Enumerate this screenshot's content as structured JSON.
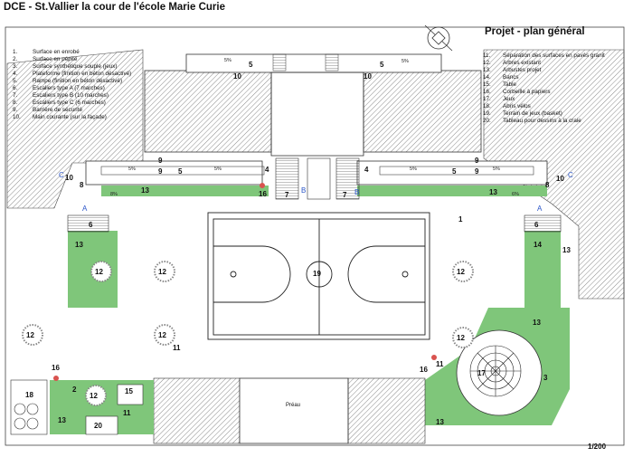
{
  "header": {
    "title_left": "DCE - St.Vallier la cour de l'école Marie Curie",
    "title_right": "Projet - plan général"
  },
  "legend_left": [
    {
      "n": "1.",
      "text": "Surface en enrobé"
    },
    {
      "n": "2.",
      "text": "Surface en pépite"
    },
    {
      "n": "3.",
      "text": "Surface synthétique souple (jeux)"
    },
    {
      "n": "4.",
      "text": "Plateforme (finition en béton désactivé)"
    },
    {
      "n": "5.",
      "text": "Rampe (finition en béton désactivé)"
    },
    {
      "n": "6.",
      "text": "Escaliers type A (7 marches)"
    },
    {
      "n": "7.",
      "text": "Escaliers type B (10 marches)"
    },
    {
      "n": "8.",
      "text": "Escaliers type C (6 marches)"
    },
    {
      "n": "9.",
      "text": "Barrière de sécurité"
    },
    {
      "n": "10.",
      "text": "Main courante (sur la façade)"
    }
  ],
  "legend_right": [
    {
      "n": "11.",
      "text": "Séparation des surfaces en pavés granit"
    },
    {
      "n": "12.",
      "text": "Arbres existant"
    },
    {
      "n": "13.",
      "text": "Arbustes projet"
    },
    {
      "n": "14.",
      "text": "Bancs"
    },
    {
      "n": "15.",
      "text": "Table"
    },
    {
      "n": "16.",
      "text": "Corbeille à papiers"
    },
    {
      "n": "17.",
      "text": "Jeux"
    },
    {
      "n": "18.",
      "text": "Abris vélos"
    },
    {
      "n": "19.",
      "text": "Terrain de jeux (basket)"
    },
    {
      "n": "20.",
      "text": "Tableau pour dessins à la craie"
    }
  ],
  "plan": {
    "preau": "Préau",
    "scale": "1/200",
    "pct_5": "5%",
    "pct_6": "6%",
    "pct_8": "8%",
    "letter_a": "A",
    "letter_b": "B",
    "letter_c": "C",
    "n1": "1",
    "n2": "2",
    "n3": "3",
    "n4": "4",
    "n5": "5",
    "n6": "6",
    "n7": "7",
    "n8": "8",
    "n9": "9",
    "n10": "10",
    "n11": "11",
    "n12": "12",
    "n13": "13",
    "n14": "14",
    "n15": "15",
    "n16": "16",
    "n17": "17",
    "n18": "18",
    "n19": "19",
    "n20": "20"
  },
  "colors": {
    "green": "#7fc67a",
    "hatch": "#9a9a9a",
    "line": "#222222",
    "letters": "#2a55c8"
  }
}
